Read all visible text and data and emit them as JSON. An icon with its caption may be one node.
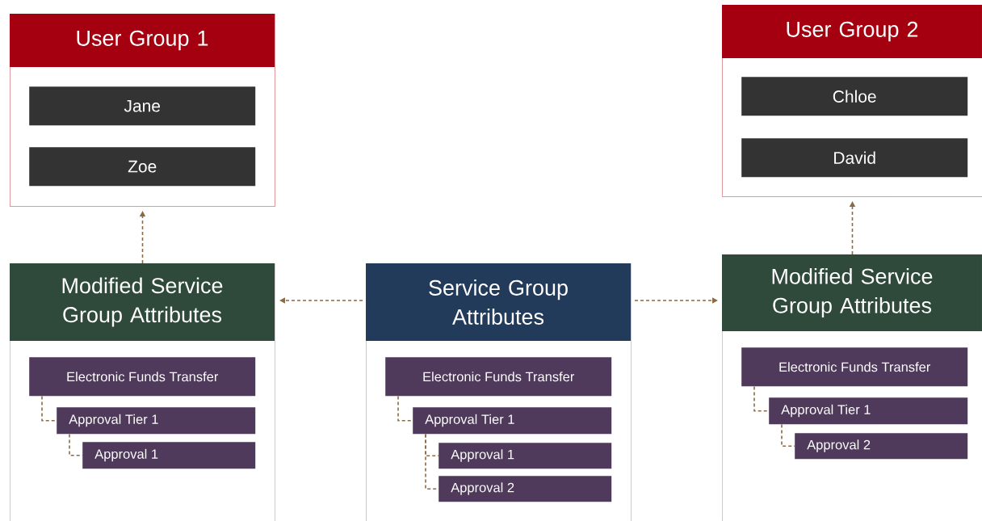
{
  "diagram": {
    "nodes": [
      {
        "text": [
          "User Group 1"
        ]
      },
      {
        "text": [
          "Jane"
        ],
        "in": 0
      },
      {
        "text": [
          "Zoe"
        ],
        "in": 0
      },
      {
        "text": [
          "User Group 2"
        ]
      },
      {
        "text": [
          "Chloe"
        ],
        "in": 3
      },
      {
        "text": [
          "David"
        ],
        "in": 3
      },
      {
        "text": [
          "Modified Service Group Attributes"
        ]
      },
      {
        "text": [
          "Electronic Funds Transfer"
        ],
        "in": 6
      },
      {
        "text": [
          "Approval Tier 1"
        ],
        "in": 6
      },
      {
        "text": [
          "Approval 1"
        ],
        "in": 6
      },
      {
        "text": [
          "Service Group Attributes"
        ]
      },
      {
        "text": [
          "Electronic Funds Transfer"
        ],
        "in": 10
      },
      {
        "text": [
          "Approval Tier 1"
        ],
        "in": 10
      },
      {
        "text": [
          "Approval 1"
        ],
        "in": 10
      },
      {
        "text": [
          "Approval 2"
        ],
        "in": 10
      },
      {
        "text": [
          "Modified Service Group Attributes"
        ]
      },
      {
        "text": [
          "Electronic Funds Transfer"
        ],
        "in": 15
      },
      {
        "text": [
          "Approval Tier 1"
        ],
        "in": 15
      },
      {
        "text": [
          "Approval 2"
        ],
        "in": 15
      }
    ],
    "edges": [
      {
        "from": 6,
        "to": 0,
        "arrow": "to",
        "style": "dashed"
      },
      {
        "from": 10,
        "to": 6,
        "arrow": "to",
        "style": "dashed"
      },
      {
        "from": 10,
        "to": 15,
        "arrow": "to",
        "style": "dashed"
      },
      {
        "from": 15,
        "to": 3,
        "arrow": "to",
        "style": "dashed"
      },
      {
        "from": 7,
        "to": 8,
        "arrow": "none",
        "style": "dashed"
      },
      {
        "from": 8,
        "to": 9,
        "arrow": "none",
        "style": "dashed"
      },
      {
        "from": 11,
        "to": 12,
        "arrow": "none",
        "style": "dashed"
      },
      {
        "from": 12,
        "to": 13,
        "arrow": "none",
        "style": "dashed"
      },
      {
        "from": 12,
        "to": 14,
        "arrow": "none",
        "style": "dashed"
      },
      {
        "from": 16,
        "to": 17,
        "arrow": "none",
        "style": "dashed"
      },
      {
        "from": 17,
        "to": 18,
        "arrow": "none",
        "style": "dashed"
      }
    ]
  }
}
